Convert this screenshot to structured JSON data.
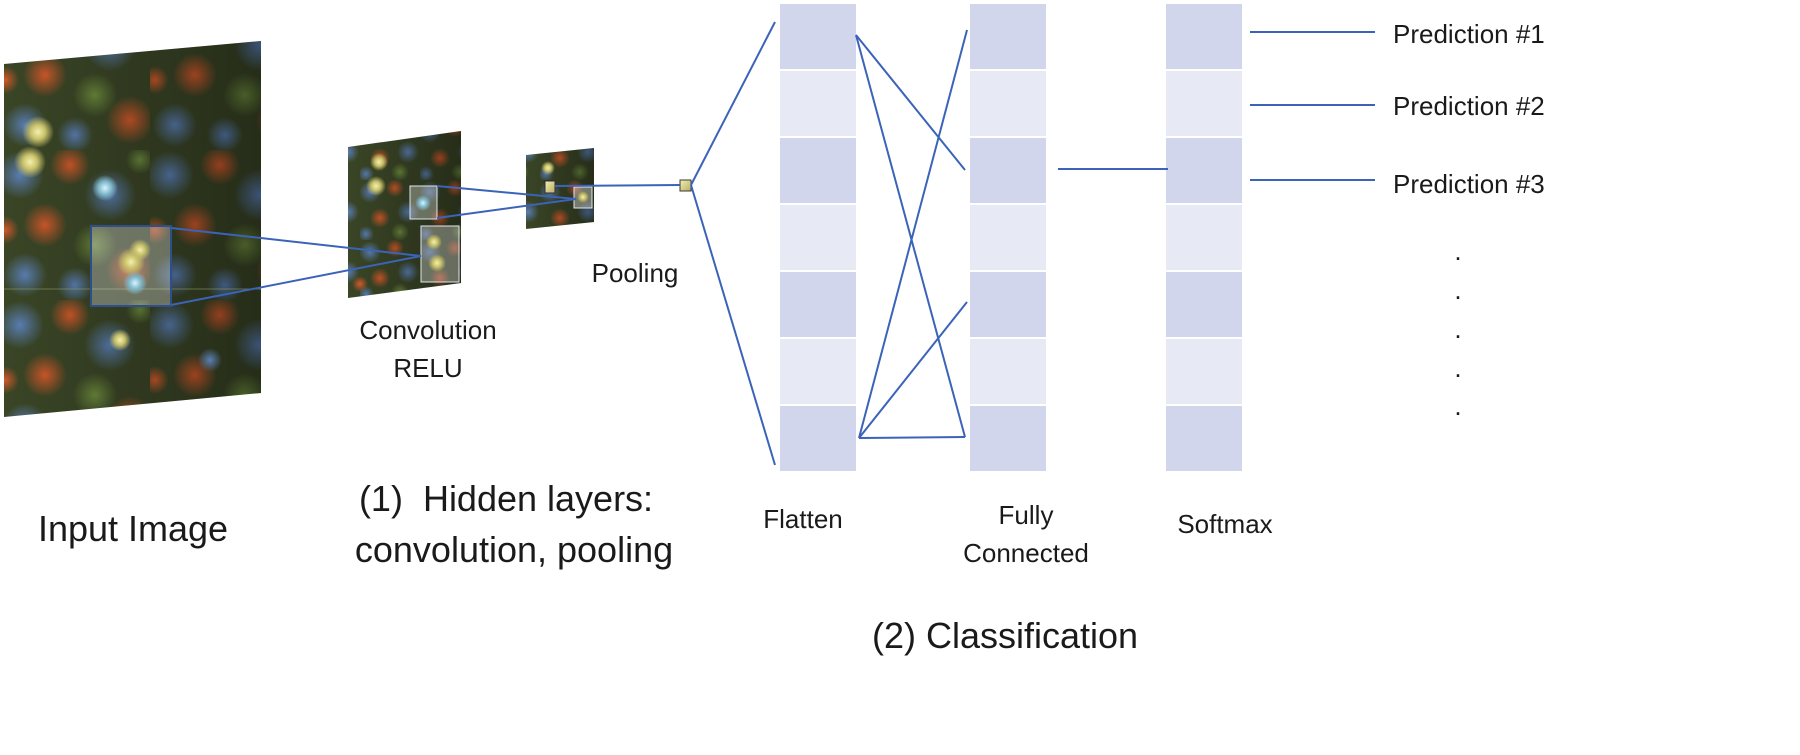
{
  "labels": {
    "input_image": "Input Image",
    "convolution": "Convolution",
    "relu": "RELU",
    "pooling": "Pooling",
    "hidden_line1": "(1)  Hidden layers:",
    "hidden_line2": "convolution, pooling",
    "flatten": "Flatten",
    "fully": "Fully",
    "connected": "Connected",
    "softmax": "Softmax",
    "classification": "(2) Classification"
  },
  "predictions": [
    "Prediction #1",
    "Prediction #2",
    "Prediction #3"
  ],
  "ellipsis_dots": [
    ".",
    ".",
    ".",
    ".",
    "."
  ],
  "colors": {
    "line": "#3b63b8",
    "cell_dark": "#d1d6ec",
    "cell_light": "#e7eaf5",
    "cell_border": "#ffffff"
  }
}
